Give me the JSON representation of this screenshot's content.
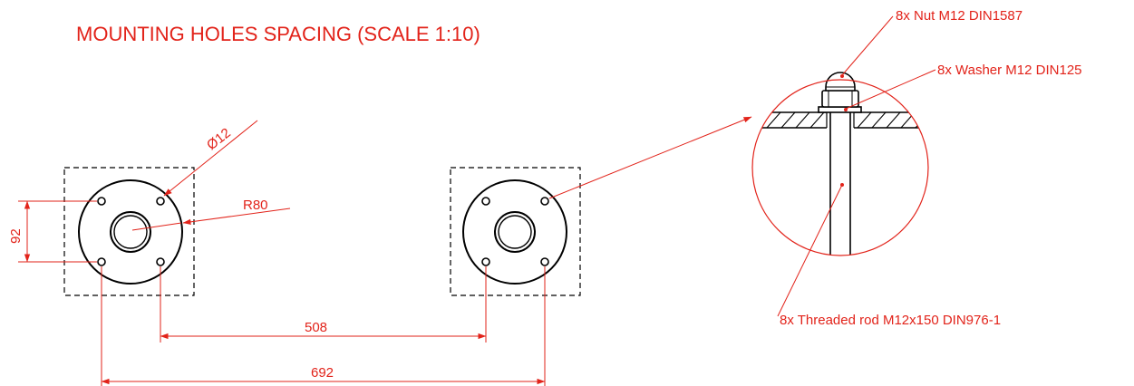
{
  "title": "MOUNTING HOLES SPACING (SCALE 1:10)",
  "dimensions": {
    "hole_diameter": "Ø12",
    "radius": "R80",
    "vertical_spacing": "92",
    "inner_spacing": "508",
    "outer_spacing": "692"
  },
  "callouts": {
    "nut": "8x Nut M12 DIN1587",
    "washer": "8x Washer M12 DIN125",
    "rod": "8x Threaded rod M12x150 DIN976-1"
  },
  "colors": {
    "annotation": "#e2231a",
    "outline": "#000000",
    "background": "#ffffff"
  }
}
